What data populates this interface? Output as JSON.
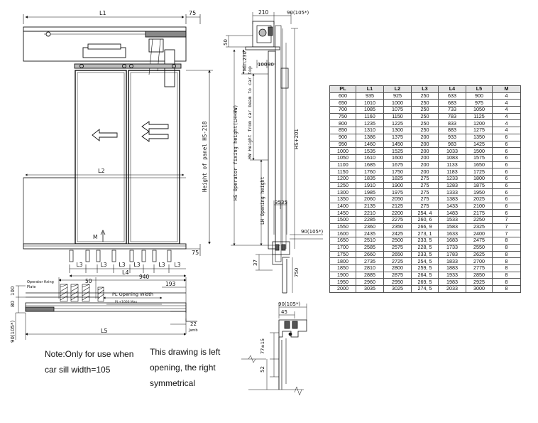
{
  "front_view": {
    "dim_L1": "L1",
    "dim_75_top": "75",
    "dim_L2": "L2",
    "dim_height_panel": "Height of panel HS-218",
    "dim_75_bottom": "75",
    "dim_L3": "L3",
    "dim_L4": "L4",
    "label_M": "M"
  },
  "sill_section": {
    "dim_50": "50",
    "dim_940": "940",
    "dim_193": "193",
    "label_operator_fixing": "Operator fixing",
    "label_plate": "Plate",
    "label_pl_opening_width": "PL Opening Width",
    "label_pl_small": "PL+1000 Max",
    "dim_80": "80",
    "dim_100": "100",
    "dim_L5": "L5",
    "dim_22": "22",
    "label_jamb": "Jamb",
    "dim_90_105": "90(105*)"
  },
  "side_view": {
    "dim_210": "210",
    "dim_90_105_top": "90(105*)",
    "dim_50": "50",
    "dim_min230": "Min.230",
    "dim_100": "100",
    "dim_80": "80",
    "label_hs_operator": "HS Operator fixing height(LH+HW)",
    "label_hw": "HW Height from car beam to car top",
    "label_hs201": "HS+201",
    "label_lh": "LH Opening height",
    "dim_35a": "35",
    "dim_35b": "35",
    "dim_90_105_mid": "90(105*)",
    "dim_37": "37",
    "dim_750": "750"
  },
  "detail_view": {
    "dim_90_105": "90(105*)",
    "dim_45": "45",
    "dim_77": "77±15",
    "dim_52": "52"
  },
  "notes": {
    "note1_line1": "Note:Only for use when",
    "note1_line2": "car sill width=105",
    "note2_line1": "This drawing is left",
    "note2_line2": "opening, the right",
    "note2_line3": "symmetrical"
  },
  "table": {
    "headers": [
      "PL",
      "L1",
      "L2",
      "L3",
      "L4",
      "L5",
      "M"
    ],
    "rows": [
      [
        "600",
        "935",
        "925",
        "250",
        "633",
        "900",
        "4"
      ],
      [
        "650",
        "1010",
        "1000",
        "250",
        "683",
        "975",
        "4"
      ],
      [
        "700",
        "1085",
        "1075",
        "250",
        "733",
        "1050",
        "4"
      ],
      [
        "750",
        "1160",
        "1150",
        "250",
        "783",
        "1125",
        "4"
      ],
      [
        "800",
        "1235",
        "1225",
        "250",
        "833",
        "1200",
        "4"
      ],
      [
        "850",
        "1310",
        "1300",
        "250",
        "883",
        "1275",
        "4"
      ],
      [
        "900",
        "1386",
        "1375",
        "200",
        "933",
        "1350",
        "6"
      ],
      [
        "950",
        "1460",
        "1450",
        "200",
        "983",
        "1425",
        "6"
      ],
      [
        "1000",
        "1535",
        "1525",
        "200",
        "1033",
        "1500",
        "6"
      ],
      [
        "1050",
        "1610",
        "1600",
        "200",
        "1083",
        "1575",
        "6"
      ],
      [
        "1100",
        "1685",
        "1675",
        "200",
        "1133",
        "1650",
        "6"
      ],
      [
        "1150",
        "1760",
        "1750",
        "200",
        "1183",
        "1725",
        "6"
      ],
      [
        "1200",
        "1835",
        "1825",
        "275",
        "1233",
        "1800",
        "6"
      ],
      [
        "1250",
        "1910",
        "1900",
        "275",
        "1283",
        "1875",
        "6"
      ],
      [
        "1300",
        "1985",
        "1975",
        "275",
        "1333",
        "1950",
        "6"
      ],
      [
        "1350",
        "2060",
        "2050",
        "275",
        "1383",
        "2025",
        "6"
      ],
      [
        "1400",
        "2135",
        "2125",
        "275",
        "1433",
        "2100",
        "6"
      ],
      [
        "1450",
        "2210",
        "2200",
        "254, 4",
        "1483",
        "2175",
        "6"
      ],
      [
        "1500",
        "2285",
        "2275",
        "260, 6",
        "1533",
        "2250",
        "7"
      ],
      [
        "1550",
        "2360",
        "2350",
        "266, 9",
        "1583",
        "2325",
        "7"
      ],
      [
        "1600",
        "2435",
        "2425",
        "273, 1",
        "1633",
        "2400",
        "7"
      ],
      [
        "1650",
        "2510",
        "2500",
        "233, 5",
        "1683",
        "2475",
        "8"
      ],
      [
        "1700",
        "2585",
        "2575",
        "228, 5",
        "1733",
        "2550",
        "8"
      ],
      [
        "1750",
        "2660",
        "2650",
        "233, 5",
        "1783",
        "2625",
        "8"
      ],
      [
        "1800",
        "2735",
        "2725",
        "254, 5",
        "1833",
        "2700",
        "8"
      ],
      [
        "1850",
        "2810",
        "2800",
        "259, 5",
        "1883",
        "2775",
        "8"
      ],
      [
        "1900",
        "2885",
        "2875",
        "264, 5",
        "1933",
        "2850",
        "8"
      ],
      [
        "1950",
        "2960",
        "2950",
        "269, 5",
        "1983",
        "2925",
        "8"
      ],
      [
        "2000",
        "3035",
        "3025",
        "274, 5",
        "2033",
        "3000",
        "8"
      ]
    ]
  }
}
